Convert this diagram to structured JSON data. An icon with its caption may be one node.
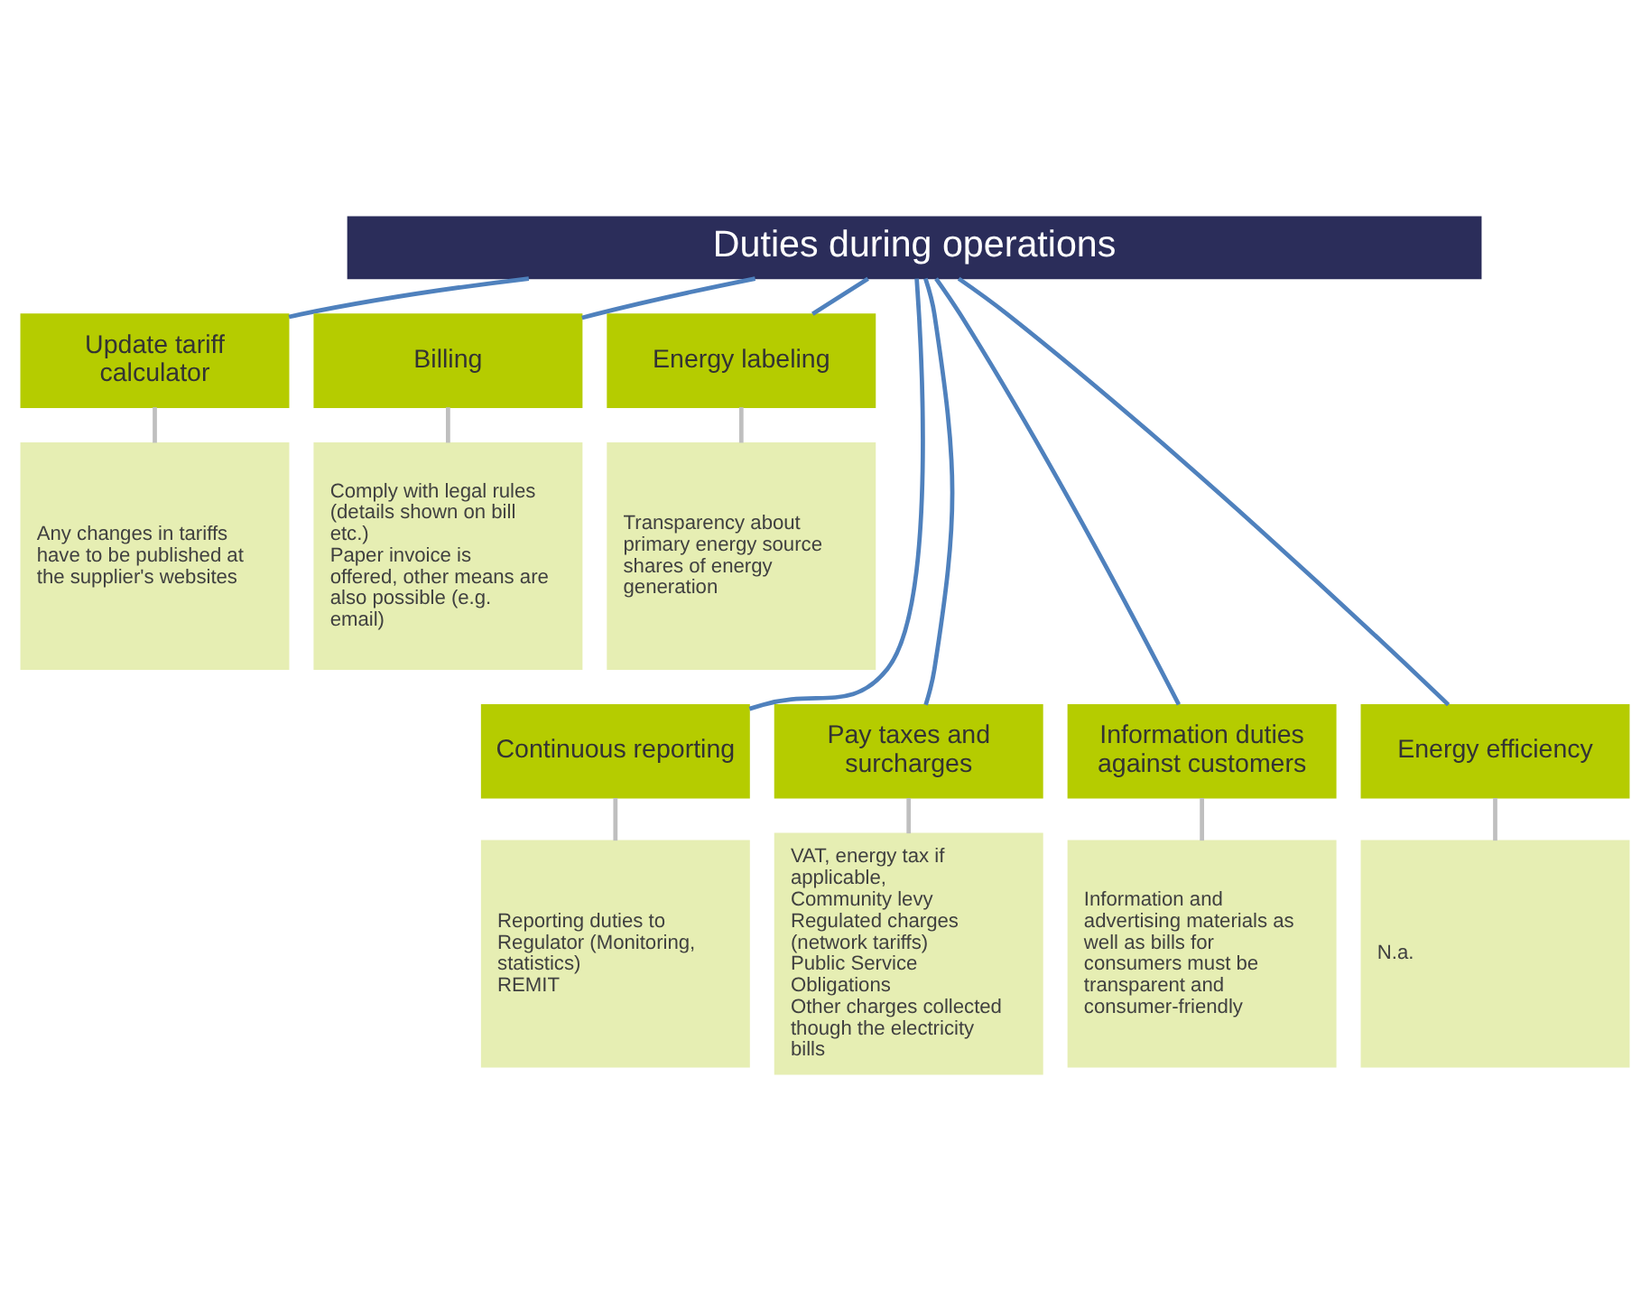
{
  "diagram": {
    "nodes": [
      {
        "text": [
          "Duties during operations"
        ]
      },
      {
        "text": [
          "Update tariff calculator"
        ]
      },
      {
        "text": [
          "Any changes in tariffs have to be published at the supplier's websites"
        ]
      },
      {
        "text": [
          "Billing"
        ]
      },
      {
        "text": [
          "Comply with legal rules (details shown on bill etc.)",
          "Paper invoice is offered, other means are also possible (e.g. email)"
        ]
      },
      {
        "text": [
          "Energy labeling"
        ]
      },
      {
        "text": [
          "Transparency about primary energy source shares of energy generation"
        ]
      },
      {
        "text": [
          "Continuous reporting"
        ]
      },
      {
        "text": [
          "Reporting duties to Regulator (Monitoring, statistics)",
          "REMIT"
        ]
      },
      {
        "text": [
          "Pay taxes and surcharges"
        ]
      },
      {
        "text": [
          "VAT, energy tax if applicable,",
          "Community levy",
          "Regulated charges (network tariffs)",
          "Public Service Obligations",
          "Other charges collected though the electricity bills"
        ]
      },
      {
        "text": [
          "Information duties against customers"
        ]
      },
      {
        "text": [
          "Information and advertising materials as well as bills for consumers must be transparent and consumer-friendly"
        ]
      },
      {
        "text": [
          "Energy efficiency"
        ]
      },
      {
        "text": [
          "N.a."
        ]
      }
    ],
    "edges": [
      {
        "from": 0,
        "to": 1,
        "arrow": "none"
      },
      {
        "from": 1,
        "to": 2,
        "arrow": "none",
        "color": "#bfbfbf"
      },
      {
        "from": 0,
        "to": 3,
        "arrow": "none"
      },
      {
        "from": 3,
        "to": 4,
        "arrow": "none",
        "color": "#bfbfbf"
      },
      {
        "from": 0,
        "to": 5,
        "arrow": "none"
      },
      {
        "from": 5,
        "to": 6,
        "arrow": "none",
        "color": "#bfbfbf"
      },
      {
        "from": 0,
        "to": 7,
        "arrow": "none"
      },
      {
        "from": 7,
        "to": 8,
        "arrow": "none",
        "color": "#bfbfbf"
      },
      {
        "from": 0,
        "to": 9,
        "arrow": "none"
      },
      {
        "from": 9,
        "to": 10,
        "arrow": "none",
        "color": "#bfbfbf"
      },
      {
        "from": 0,
        "to": 11,
        "arrow": "none"
      },
      {
        "from": 11,
        "to": 12,
        "arrow": "none",
        "color": "#bfbfbf"
      },
      {
        "from": 0,
        "to": 13,
        "arrow": "none"
      },
      {
        "from": 13,
        "to": 14,
        "arrow": "none",
        "color": "#bfbfbf"
      }
    ]
  }
}
